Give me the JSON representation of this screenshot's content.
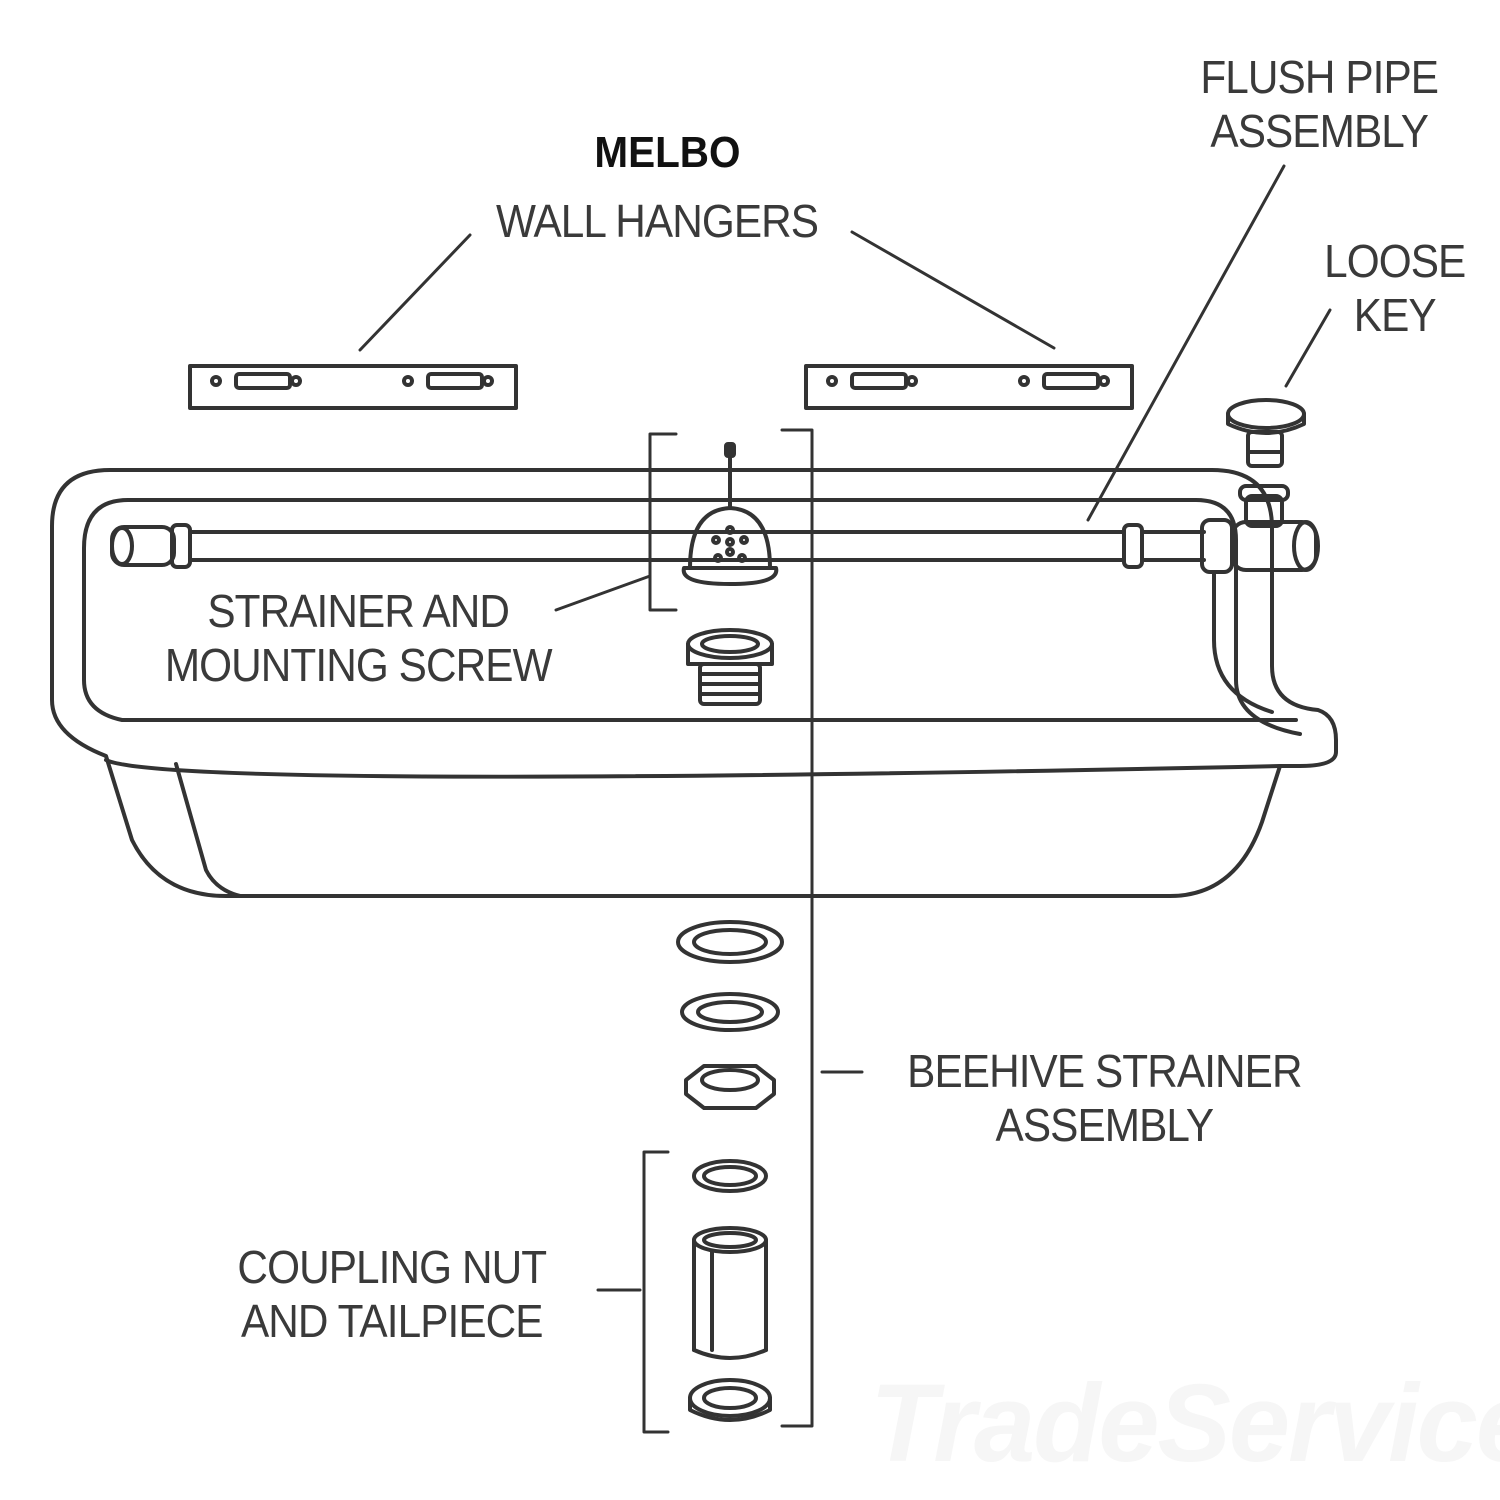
{
  "brand": "MELBO",
  "labels": {
    "wall_hangers": "WALL HANGERS",
    "flush_pipe": [
      "FLUSH PIPE",
      "ASSEMBLY"
    ],
    "loose_key": [
      "LOOSE",
      "KEY"
    ],
    "strainer_screw": [
      "STRAINER AND",
      "MOUNTING SCREW"
    ],
    "beehive": [
      "BEEHIVE STRAINER",
      "ASSEMBLY"
    ],
    "coupling": [
      "COUPLING NUT",
      "AND TAILPIECE"
    ]
  },
  "watermark": "TradeService",
  "colors": {
    "line": "#333333",
    "text": "#3a3a3a",
    "brand": "#111111"
  }
}
